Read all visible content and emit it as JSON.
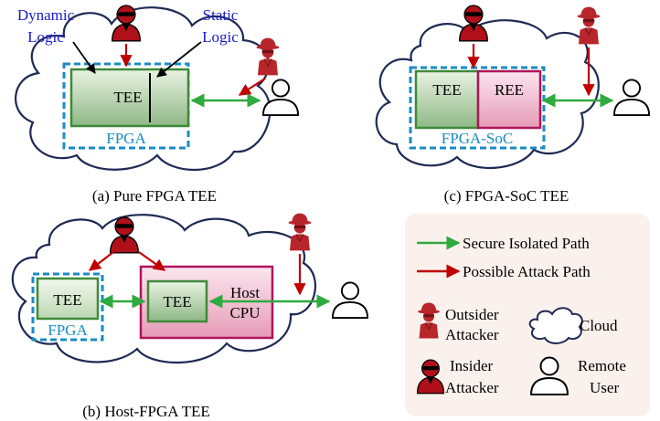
{
  "panel_a": {
    "caption": "(a) Pure FPGA TEE",
    "dynamic_label_1": "Dynamic",
    "dynamic_label_2": "Logic",
    "static_label_1": "Static",
    "static_label_2": "Logic",
    "tee_label": "TEE",
    "fpga_label": "FPGA"
  },
  "panel_b": {
    "caption": "(b) Host-FPGA TEE",
    "fpga_tee_label": "TEE",
    "fpga_label": "FPGA",
    "host_tee_label": "TEE",
    "host_label_1": "Host",
    "host_label_2": "CPU"
  },
  "panel_c": {
    "caption": "(c) FPGA-SoC TEE",
    "tee_label": "TEE",
    "ree_label": "REE",
    "soc_label": "FPGA-SoC"
  },
  "legend": {
    "secure_path": "Secure Isolated Path",
    "attack_path": "Possible Attack Path",
    "outsider_1": "Outsider",
    "outsider_2": "Attacker",
    "cloud": "Cloud",
    "insider_1": "Insider",
    "insider_2": "Attacker",
    "remote_1": "Remote",
    "remote_2": "User"
  },
  "colors": {
    "green_arrow": "#2eaa3e",
    "red_arrow": "#c00000",
    "attacker_red": "#b0101a",
    "outsider_red": "#b8262b",
    "fpga_blue": "#1a8bc4",
    "cloud_navy": "#1f2a55",
    "tee_green": "#3f8a3a",
    "ree_magenta": "#b0145a",
    "label_blue": "#1a1acc",
    "legend_bg": "#fbf1ec"
  }
}
